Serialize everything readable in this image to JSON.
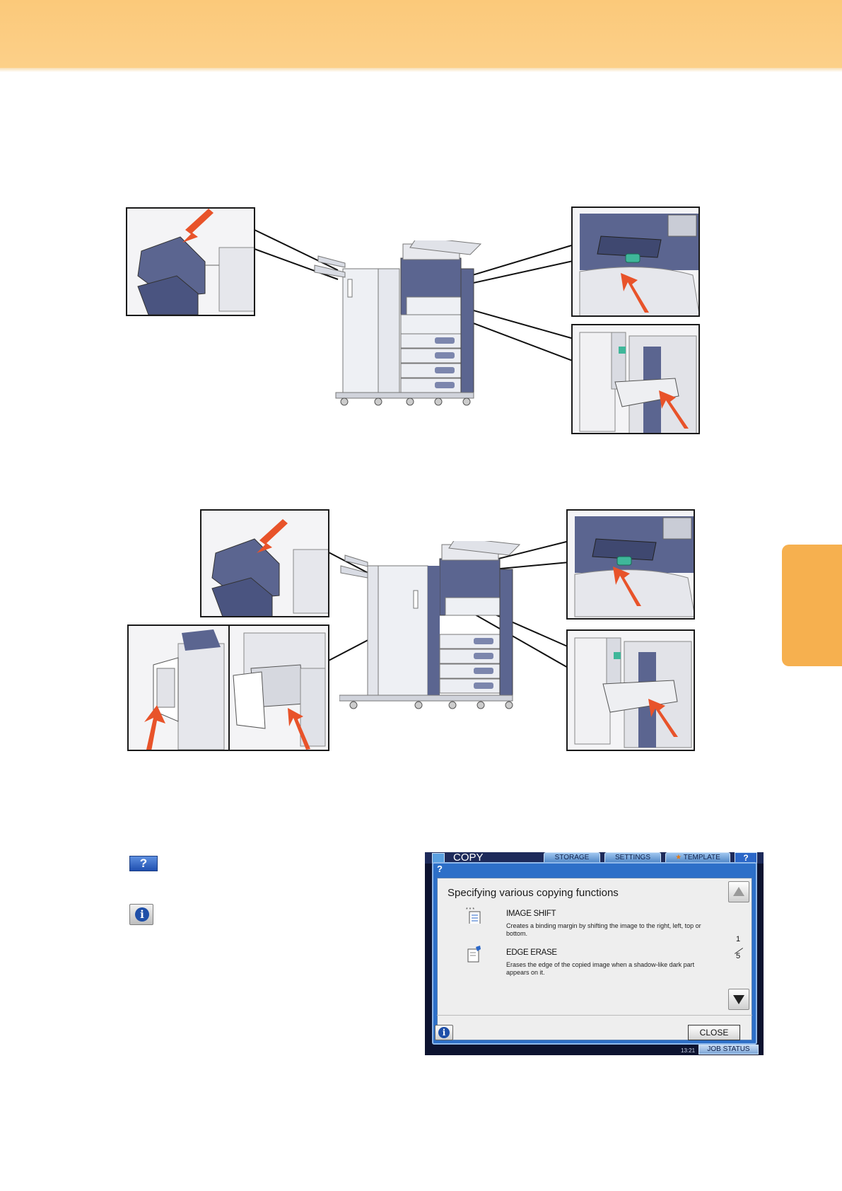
{
  "copy_screen": {
    "title": "COPY",
    "tabs": [
      "STORAGE",
      "SETTINGS",
      "TEMPLATE"
    ],
    "help_label": "?",
    "dialog_mark": "?",
    "dialog_heading": "Specifying various copying functions",
    "items": [
      {
        "title": "IMAGE SHIFT",
        "description": "Creates a binding margin by shifting the image to the right, left, top or bottom."
      },
      {
        "title": "EDGE ERASE",
        "description": "Erases the edge of the copied image when a shadow-like dark part appears on it."
      }
    ],
    "page_current": "1",
    "page_total": "5",
    "close_label": "CLOSE",
    "info_label": "i",
    "time": "13:21",
    "job_status_label": "JOB STATUS"
  },
  "legend": {
    "help_label": "?",
    "info_label": "i"
  },
  "colors": {
    "header_band": "#fbc97a",
    "side_tab": "#f6b04f",
    "arrow": "#e8532a",
    "machine_accent": "#5b6590",
    "toner_green": "#3fb79a"
  }
}
